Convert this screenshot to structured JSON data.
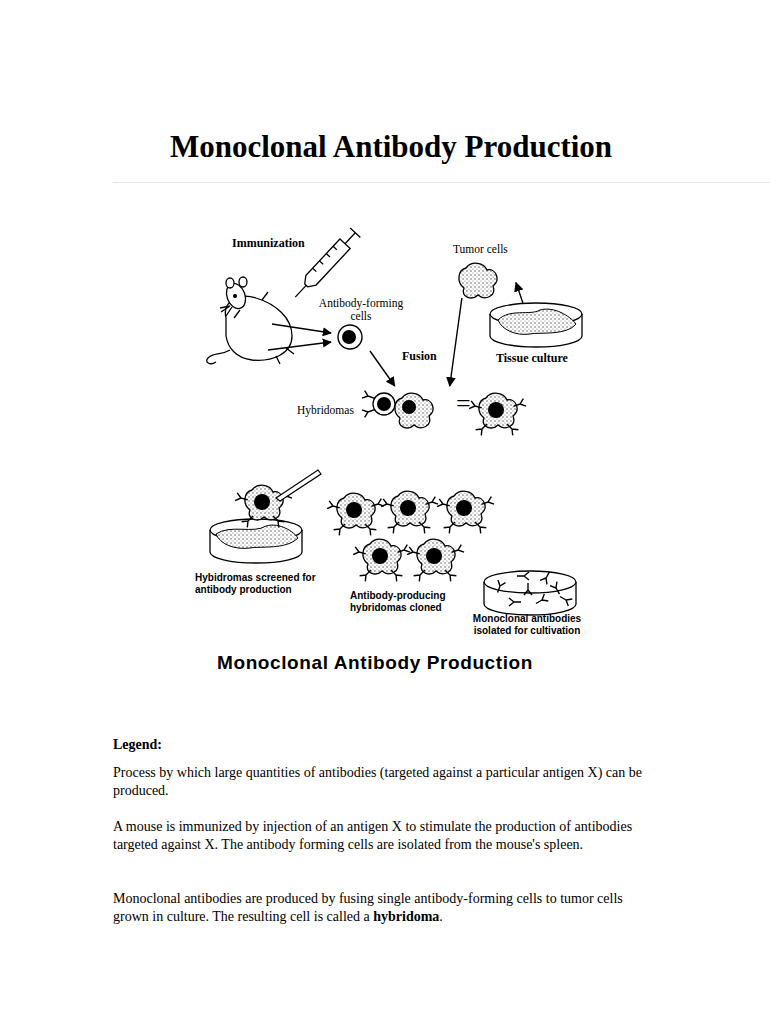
{
  "diagram": {
    "title": "Monoclonal Antibody Production",
    "caption": "Monoclonal Antibody Production",
    "nodes": [
      {
        "text": [
          "Antibody-forming cells"
        ]
      },
      {
        "text": [
          "Tumor cells"
        ]
      },
      {
        "text": [
          "Tissue culture"
        ]
      },
      {
        "text": [
          "Hybridomas"
        ]
      },
      {
        "text": [
          "Hybidromas screened for antibody production"
        ]
      },
      {
        "text": [
          "Antibody-producing hybridomas cloned"
        ]
      },
      {
        "text": [
          "Monoclonal antibodies isolated for cultivation"
        ]
      }
    ],
    "edges": [
      {
        "from": 0,
        "to": 3,
        "label": "Fusion",
        "arrow": "to"
      },
      {
        "from": 1,
        "to": 3,
        "arrow": "to"
      },
      {
        "from": 2,
        "to": 1,
        "arrow": "to"
      }
    ],
    "labels": [
      "Immunization",
      "=",
      "Legend:",
      "Process by which large quantities of antibodies (targeted against a particular antigen X) can be produced.",
      "A mouse is immunized by injection of an antigen X to stimulate the production of antibodies targeted against X. The antibody forming cells are isolated from the mouse's spleen.",
      "Monoclonal antibodies are produced by fusing single antibody-forming cells to tumor cells grown in culture. The resulting cell is called a",
      "hybridoma",
      "."
    ]
  }
}
